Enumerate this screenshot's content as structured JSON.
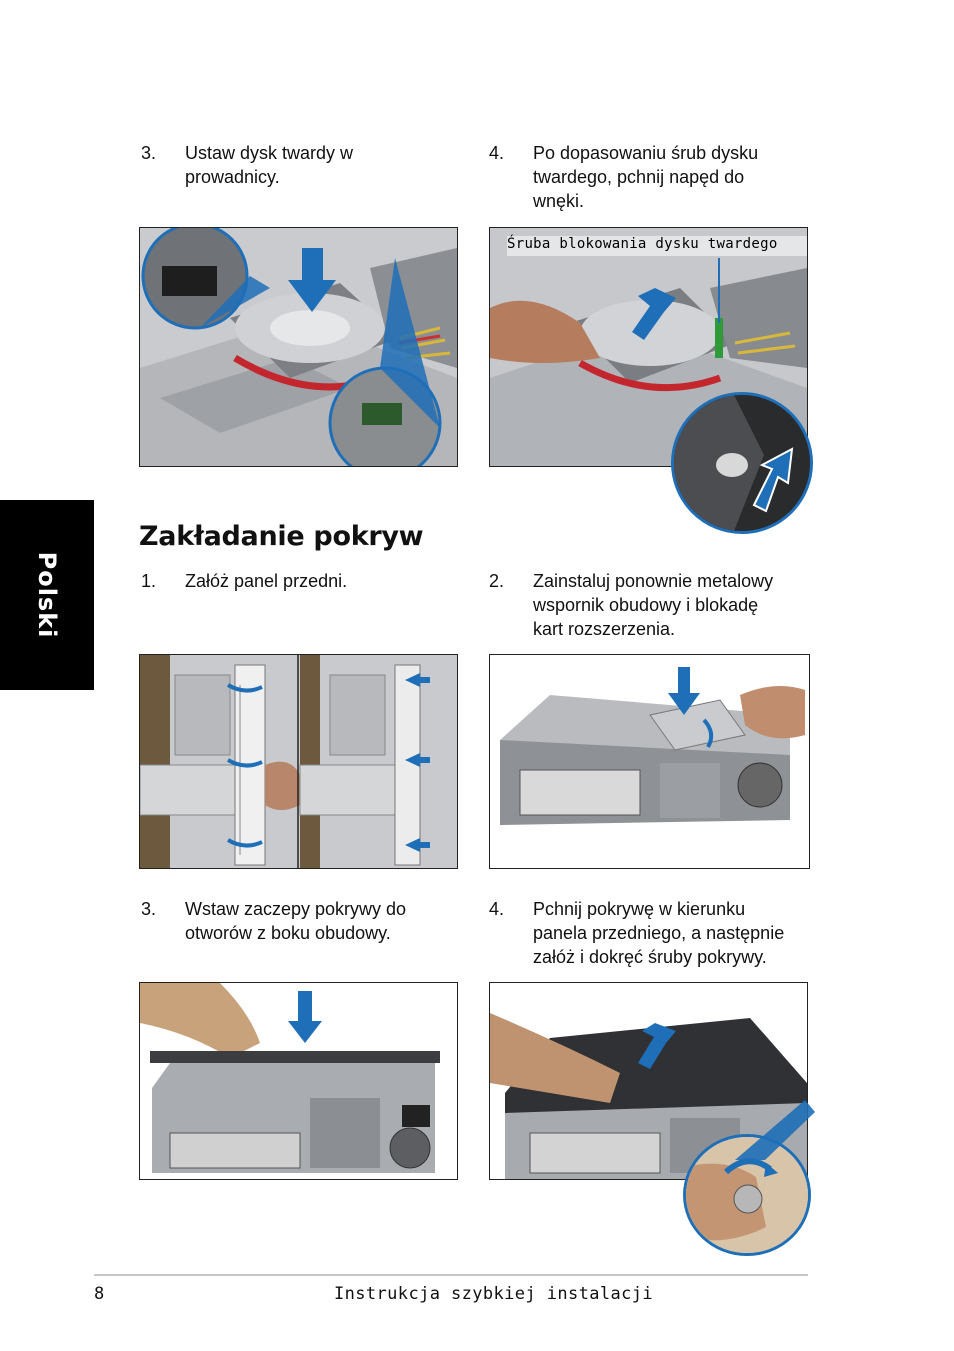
{
  "side_tab": {
    "label": "Polski"
  },
  "top_steps": [
    {
      "num": "3.",
      "text": "Ustaw dysk twardy w\nprowadnicy."
    },
    {
      "num": "4.",
      "text": "Po dopasowaniu śrub dysku\ntwardego, pchnij napęd do\n wnęki."
    }
  ],
  "callout": {
    "label": "Śruba blokowania dysku twardego"
  },
  "section": {
    "title": "Zakładanie pokryw",
    "steps": [
      {
        "num": "1.",
        "text": "Załóż panel przedni."
      },
      {
        "num": "2.",
        "text": "Zainstaluj ponownie metalowy\nwspornik obudowy i blokadę\nkart rozszerzenia."
      },
      {
        "num": "3.",
        "text": "Wstaw zaczepy pokrywy do\notworów z boku obudowy."
      },
      {
        "num": "4.",
        "text": "Pchnij pokrywę w kierunku\npanela przedniego, a następnie\nzałóż i dokręć śruby pokrywy."
      }
    ]
  },
  "footer": {
    "page_number": "8",
    "title": "Instrukcja szybkiej instalacji"
  },
  "colors": {
    "arrow_blue": "#1e6fb8",
    "tab_black": "#000000"
  }
}
